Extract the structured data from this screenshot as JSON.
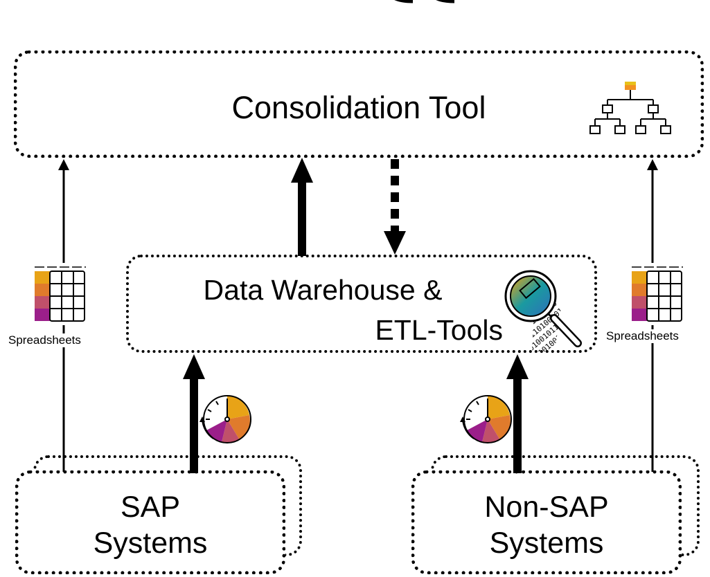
{
  "consolidation_tool": {
    "label": "Consolidation Tool",
    "icon": "hierarchy-icon"
  },
  "data_warehouse": {
    "line1": "Data Warehouse &",
    "line2": "ETL-Tools",
    "icon": "data-magnifier-icon"
  },
  "sap_systems": {
    "line1": "SAP",
    "line2": "Systems"
  },
  "non_sap_systems": {
    "line1": "Non-SAP",
    "line2": "Systems"
  },
  "spreadsheets_left": {
    "label": "Spreadsheets",
    "icon": "spreadsheet-icon"
  },
  "spreadsheets_right": {
    "label": "Spreadsheets",
    "icon": "spreadsheet-icon"
  },
  "colors": {
    "gold": "#e8a317",
    "orange": "#e07b2c",
    "rose": "#c0506a",
    "magenta": "#9b1f8a",
    "teal": "#1a9aa0",
    "blue": "#2e6fba"
  }
}
